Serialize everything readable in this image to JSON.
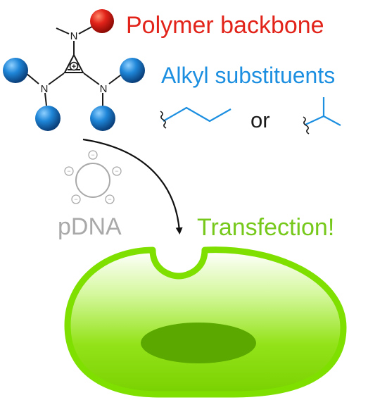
{
  "labels": {
    "polymer_backbone": "Polymer backbone",
    "alkyl_substituents": "Alkyl substituents",
    "or_word": "or",
    "pdna": "pDNA",
    "transfection": "Transfection!",
    "atom_n": "N",
    "charge_plus": "+",
    "charge_minus": "−"
  },
  "colors": {
    "polymer_red": "#e2231a",
    "alkyl_blue": "#1d8fe0",
    "pdna_gray": "#a9a9a9",
    "cell_green": "#7fe000",
    "cell_outline": "#6fd000",
    "nucleus_green": "#5aa800",
    "bond_black": "#1a1a1a"
  }
}
